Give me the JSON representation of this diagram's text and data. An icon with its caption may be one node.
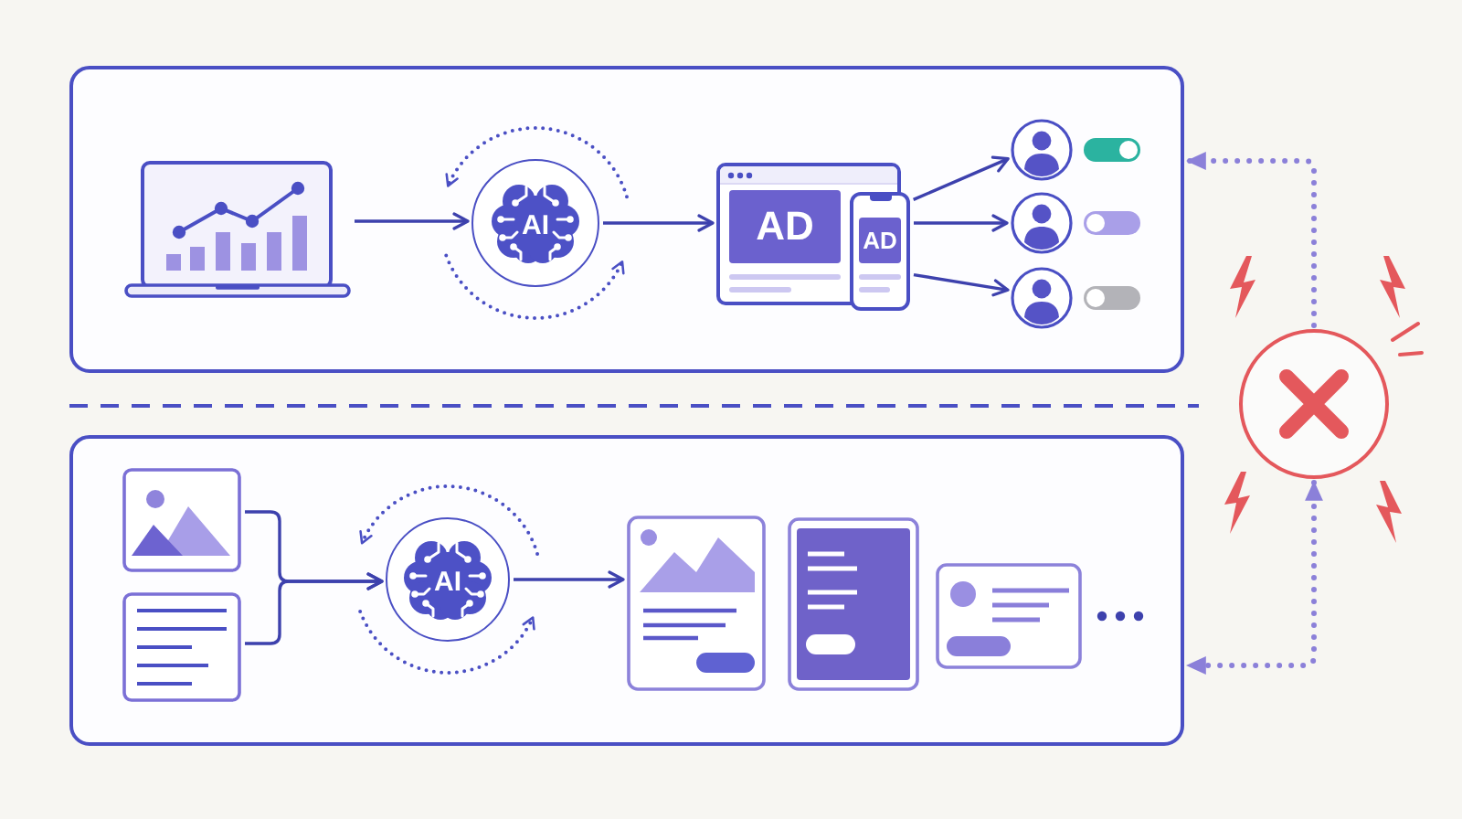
{
  "diagram": {
    "nodes": [
      {
        "text": [],
        "shape": "box"
      },
      {
        "text": [],
        "shape": "picture",
        "in": 0
      },
      {
        "text": [
          "AI"
        ],
        "in": 0
      },
      {
        "text": [
          "AD"
        ],
        "in": 0
      },
      {
        "text": [
          "AD"
        ],
        "in": 0
      },
      {
        "text": [],
        "shape": "person",
        "in": 0
      },
      {
        "text": [],
        "shape": "person",
        "in": 0
      },
      {
        "text": [],
        "shape": "person",
        "in": 0
      },
      {
        "text": [],
        "shape": "box"
      },
      {
        "text": [],
        "shape": "picture",
        "in": 8
      },
      {
        "text": [],
        "shape": "picture",
        "in": 8
      },
      {
        "text": [
          "AI"
        ],
        "in": 8
      },
      {
        "text": [],
        "shape": "picture",
        "in": 8
      },
      {
        "text": [],
        "shape": "picture",
        "in": 8
      },
      {
        "text": [],
        "shape": "picture",
        "in": 8
      },
      {
        "text": [],
        "shape": "circle"
      }
    ],
    "edges": [
      {
        "from": 1,
        "to": 2,
        "arrow": "to"
      },
      {
        "from": 2,
        "to": 3,
        "arrow": "to"
      },
      {
        "from": 4,
        "to": 5,
        "arrow": "to"
      },
      {
        "from": 4,
        "to": 6,
        "arrow": "to"
      },
      {
        "from": 4,
        "to": 7,
        "arrow": "to"
      },
      {
        "from": 9,
        "to": 11,
        "arrow": "to"
      },
      {
        "from": 10,
        "to": 11,
        "arrow": "to"
      },
      {
        "from": 11,
        "to": 12,
        "arrow": "to"
      },
      {
        "from": 15,
        "to": 0,
        "arrow": "to",
        "style": "dashed",
        "color": "#8b80d9"
      },
      {
        "from": 15,
        "to": 8,
        "arrow": "both",
        "style": "dashed",
        "color": "#8b80d9"
      }
    ]
  }
}
